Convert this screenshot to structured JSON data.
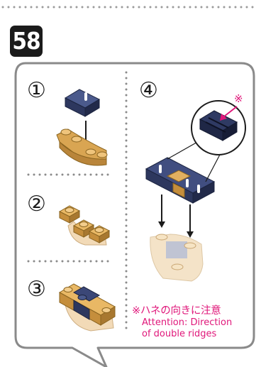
{
  "page": {
    "step_badge": "58"
  },
  "steps": [
    {
      "number": "①"
    },
    {
      "number": "②"
    },
    {
      "number": "③"
    },
    {
      "number": "④"
    }
  ],
  "callout": {
    "marker": "※"
  },
  "note": {
    "japanese": "※ハネの向きに注意",
    "english_line1": "Attention: Direction",
    "english_line2": "of double ridges"
  },
  "colors": {
    "navy_brick": "#34406b",
    "tan_brick": "#e2b060",
    "magenta": "#e0177a",
    "panel_border": "#8a8a8a",
    "dots": "#9a9a9a"
  }
}
